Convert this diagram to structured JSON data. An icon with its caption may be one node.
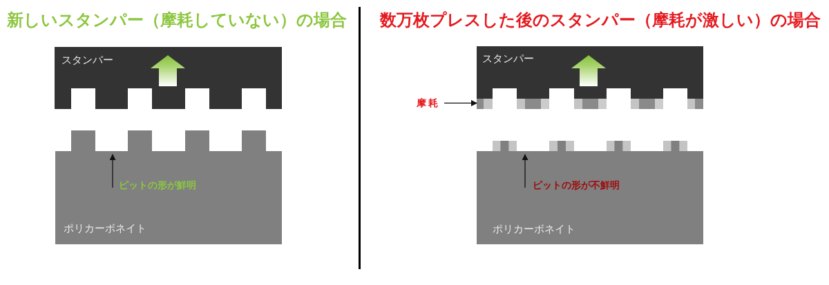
{
  "diagram": {
    "nodes": [
      {
        "text": [
          "スタンパー"
        ]
      },
      {
        "text": [
          "ポリカーボネイト"
        ]
      },
      {
        "text": [
          "ピットの形が鮮明"
        ],
        "in": 1
      },
      {
        "text": [
          "スタンパー"
        ]
      },
      {
        "text": [
          "摩耗"
        ]
      },
      {
        "text": [
          "ポリカーボネイト"
        ]
      },
      {
        "text": [
          "ピットの形が不鮮明"
        ],
        "in": 5
      }
    ],
    "edges": [
      {
        "from": 2,
        "to": null,
        "arrow": "to"
      },
      {
        "from": 4,
        "to": 3,
        "arrow": "to"
      },
      {
        "from": 6,
        "to": null,
        "arrow": "to"
      }
    ],
    "labels": [
      "新しいスタンパー（摩耗していない）の場合",
      "数万枚プレスした後のスタンパー（摩耗が激しい）の場合"
    ]
  }
}
